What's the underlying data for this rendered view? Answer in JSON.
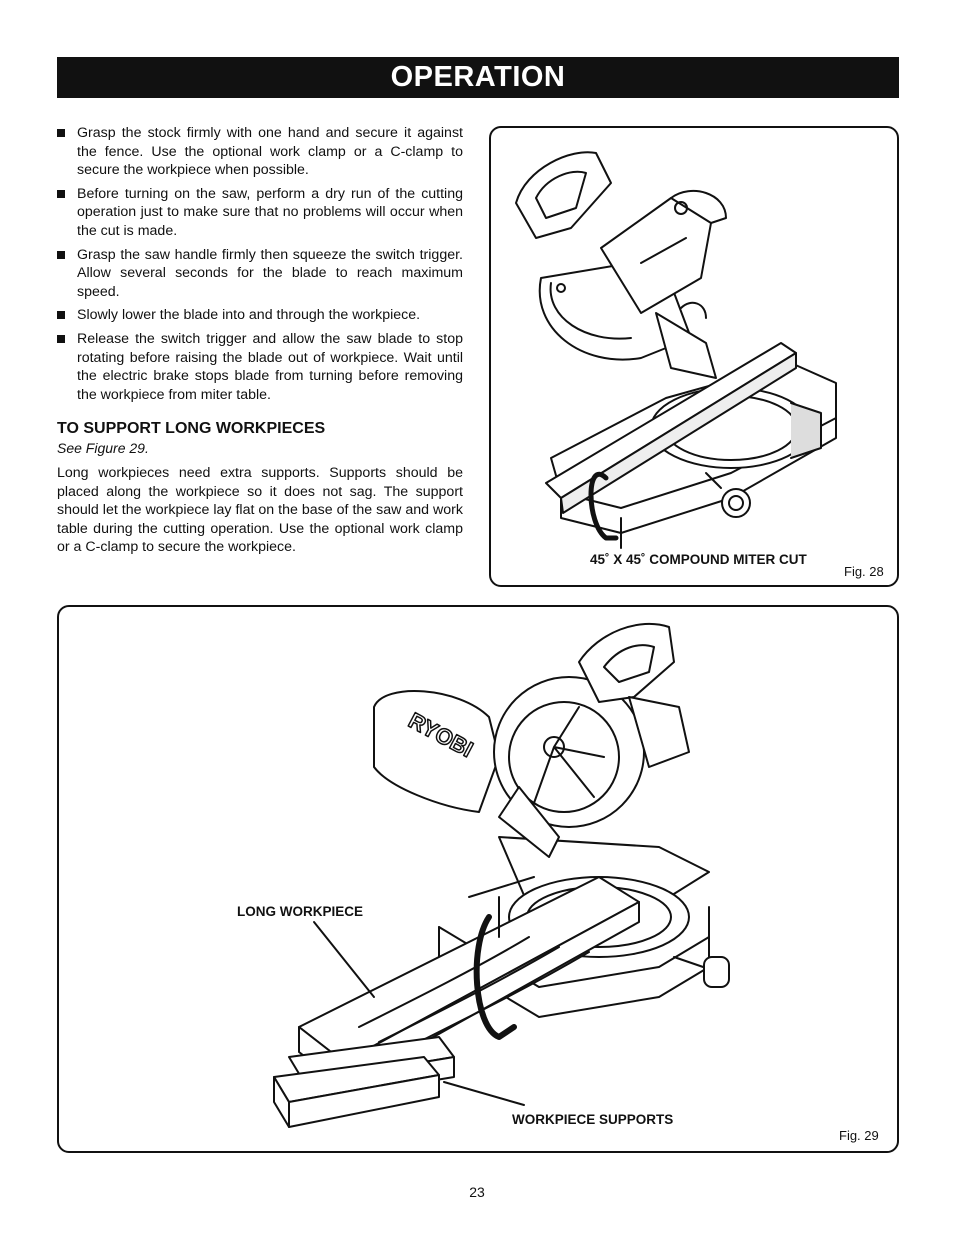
{
  "header": {
    "title": "OPERATION"
  },
  "bullets": [
    "Grasp the stock firmly with one hand and secure it against the fence. Use the optional work clamp or a C-clamp to secure the workpiece when possible.",
    "Before turning on the saw, perform a dry run of the cutting operation just to make sure that no problems will occur when the cut is made.",
    "Grasp the saw handle firmly then squeeze the switch trigger. Allow several seconds for the blade to reach maximum speed.",
    "Slowly lower the blade into and through the workpiece.",
    "Release the switch trigger and allow the saw blade to stop rotating before raising the blade out of workpiece. Wait until the electric brake stops blade from turning before removing the workpiece from miter table."
  ],
  "section": {
    "heading": "TO SUPPORT LONG WORKPIECES",
    "see_figure": "See Figure 29.",
    "body": "Long workpieces need extra supports. Supports should be placed along the workpiece so it does not sag. The support should let the workpiece lay flat on the base of the saw and work table during the cutting operation. Use the optional work clamp or a C-clamp to secure the workpiece."
  },
  "figure28": {
    "caption": "45˚ X 45˚ COMPOUND MITER CUT",
    "label": "Fig. 28"
  },
  "figure29": {
    "callout_long_workpiece": "LONG WORKPIECE",
    "callout_supports": "WORKPIECE SUPPORTS",
    "brand_logo": "RYOBI",
    "label": "Fig. 29"
  },
  "page_number": "23"
}
